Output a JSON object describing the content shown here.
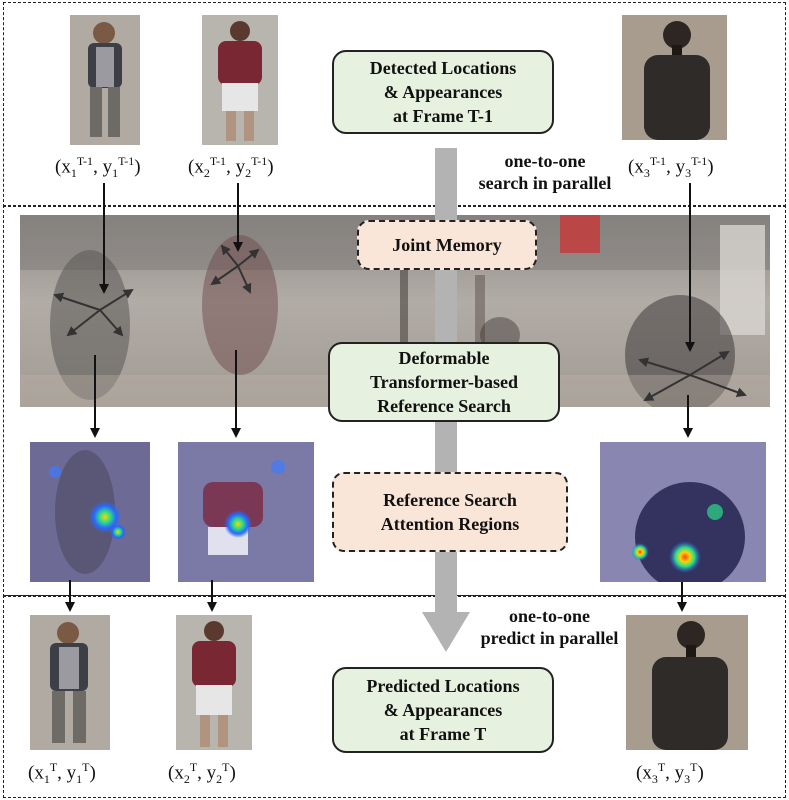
{
  "boxes": {
    "detected": "Detected Locations\n& Appearances\nat Frame T-1",
    "joint_memory": "Joint Memory",
    "deformable": "Deformable\nTransformer-based\nReference Search",
    "attention": "Reference Search\nAttention Regions",
    "predicted": "Predicted Locations\n& Appearances\nat Frame T"
  },
  "phrases": {
    "search": "one-to-one\nsearch in parallel",
    "predict": "one-to-one\npredict in parallel"
  },
  "top_labels": [
    {
      "x": "(x",
      "xs": "1",
      "xp": "T-1",
      "mid": ", y",
      "ys": "1",
      "yp": "T-1",
      "end": ")"
    },
    {
      "x": "(x",
      "xs": "2",
      "xp": "T-1",
      "mid": ", y",
      "ys": "2",
      "yp": "T-1",
      "end": ")"
    },
    {
      "x": "(x",
      "xs": "3",
      "xp": "T-1",
      "mid": ", y",
      "ys": "3",
      "yp": "T-1",
      "end": ")"
    }
  ],
  "bottom_labels": [
    {
      "x": "(x",
      "xs": "1",
      "xp": "T",
      "mid": ", y",
      "ys": "1",
      "yp": "T",
      "end": ")"
    },
    {
      "x": "(x",
      "xs": "2",
      "xp": "T",
      "mid": ", y",
      "ys": "2",
      "yp": "T",
      "end": ")"
    },
    {
      "x": "(x",
      "xs": "3",
      "xp": "T",
      "mid": ", y",
      "ys": "3",
      "yp": "T",
      "end": ")"
    }
  ],
  "colors": {
    "green_box": "#e6f1df",
    "peach_box": "#fae6d8",
    "gray_arrow": "#b3b3b3"
  }
}
